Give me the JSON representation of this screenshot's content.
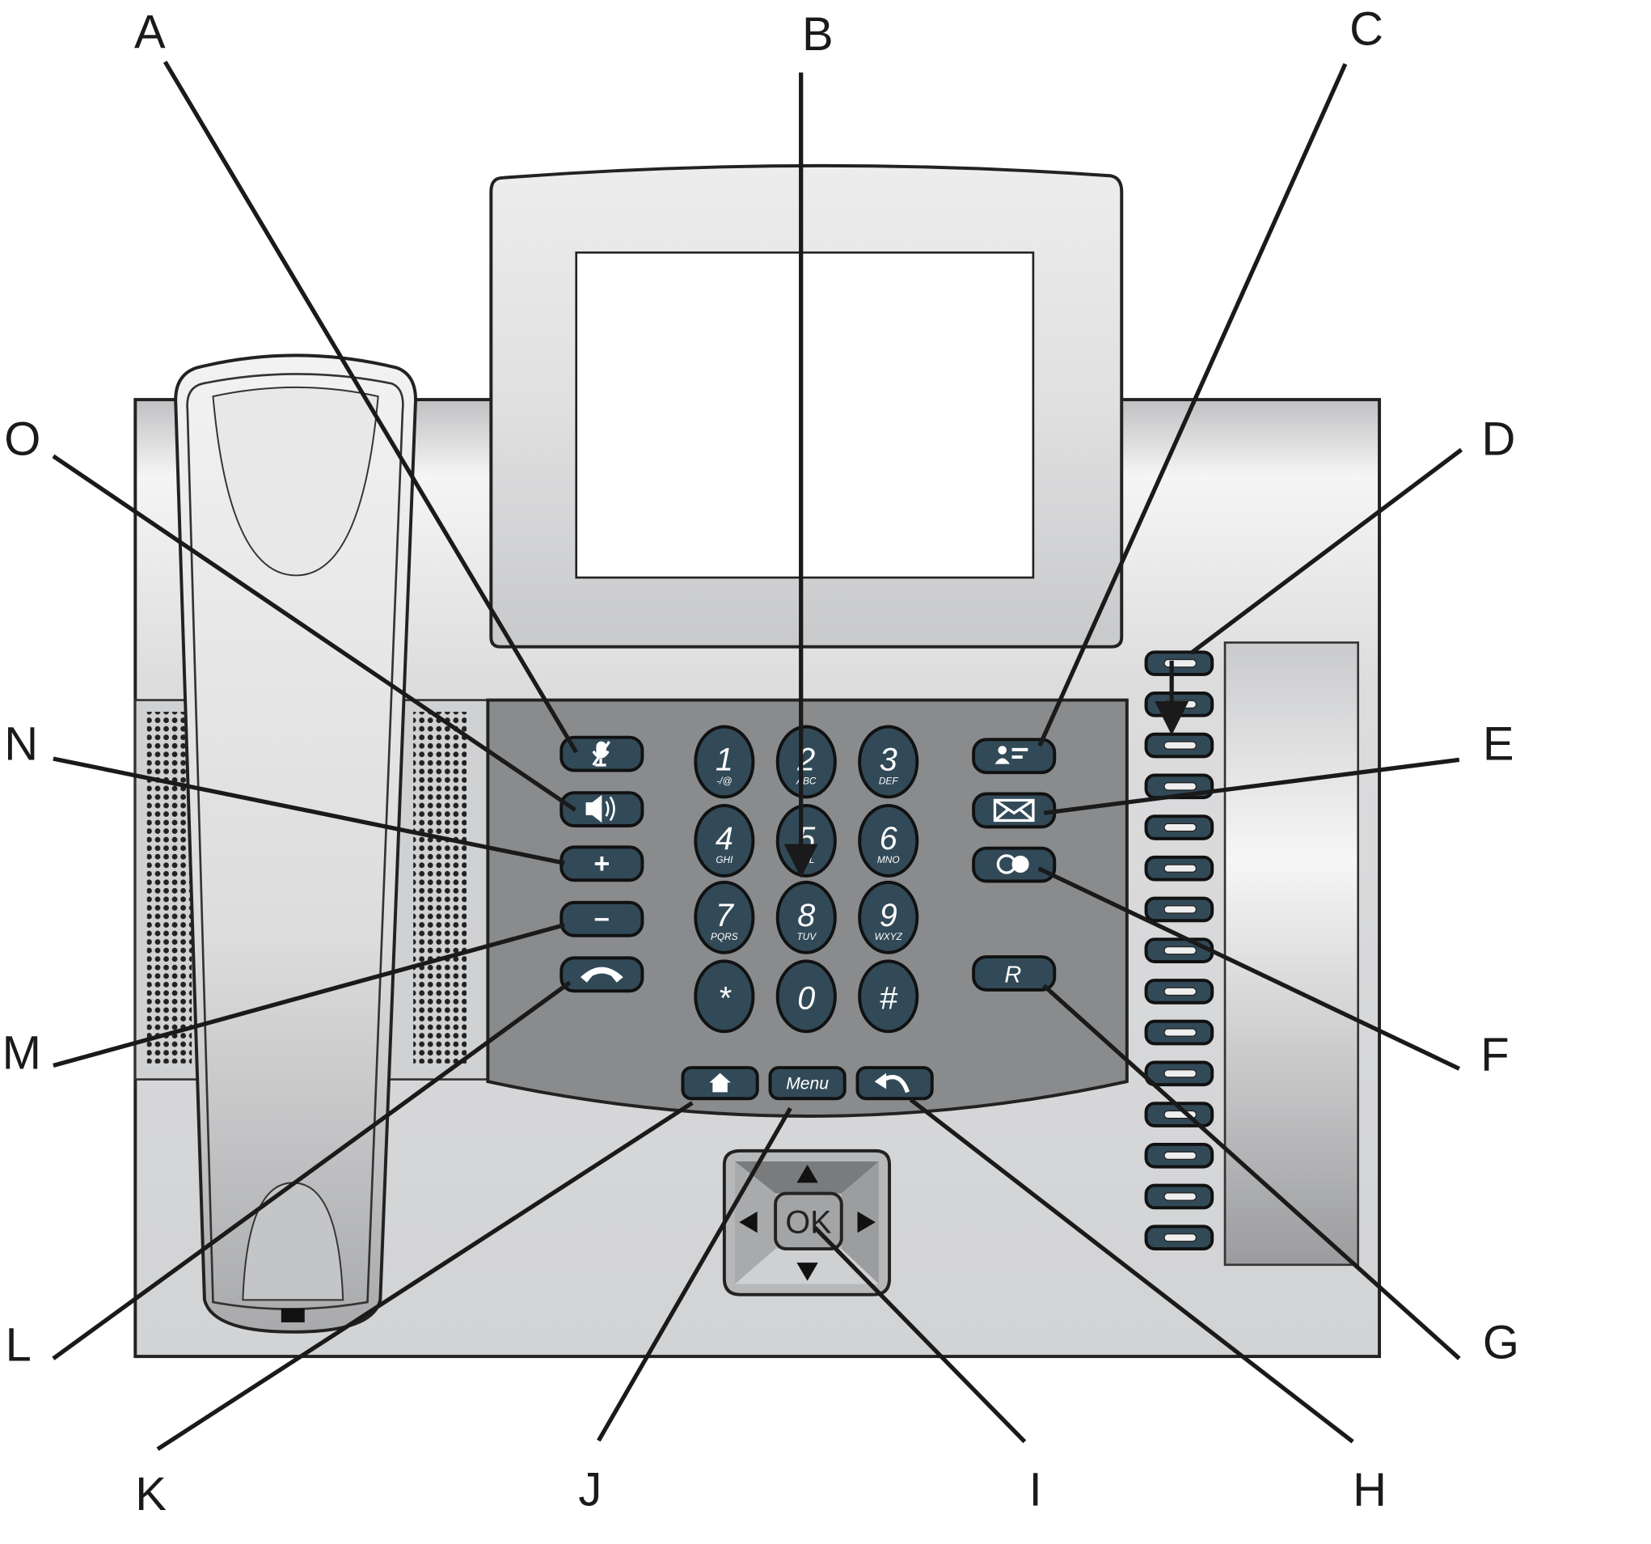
{
  "callout_labels": {
    "A": "A",
    "B": "B",
    "C": "C",
    "D": "D",
    "E": "E",
    "F": "F",
    "G": "G",
    "H": "H",
    "I": "I",
    "J": "J",
    "K": "K",
    "L": "L",
    "M": "M",
    "N": "N",
    "O": "O"
  },
  "keypad": {
    "k1": {
      "digit": "1",
      "letters": "-/@"
    },
    "k2": {
      "digit": "2",
      "letters": "ABC"
    },
    "k3": {
      "digit": "3",
      "letters": "DEF"
    },
    "k4": {
      "digit": "4",
      "letters": "GHI"
    },
    "k5": {
      "digit": "5",
      "letters": "JKL"
    },
    "k6": {
      "digit": "6",
      "letters": "MNO"
    },
    "k7": {
      "digit": "7",
      "letters": "PQRS"
    },
    "k8": {
      "digit": "8",
      "letters": "TUV"
    },
    "k9": {
      "digit": "9",
      "letters": "WXYZ"
    },
    "star": {
      "digit": "*"
    },
    "k0": {
      "digit": "0"
    },
    "hash": {
      "digit": "#"
    }
  },
  "buttons": {
    "plus": "+",
    "minus": "–",
    "recall": "R",
    "menu": "Menu",
    "ok": "OK"
  },
  "colors": {
    "key": "#324a58",
    "panel": "#8a8b8d",
    "body": "#d4d5d7"
  }
}
